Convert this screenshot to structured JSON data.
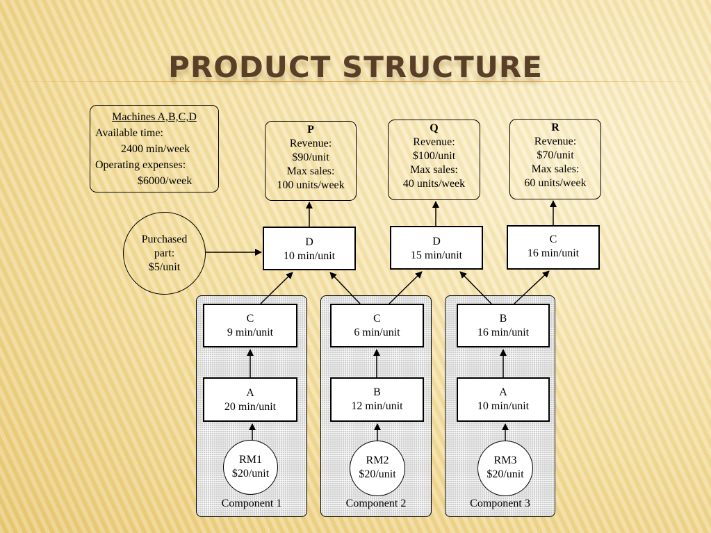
{
  "title": "PRODUCT STRUCTURE",
  "machines": {
    "heading": "Machines A,B,C,D",
    "l1": "Available time:",
    "l2": "2400 min/week",
    "l3": "Operating expenses:",
    "l4": "$6000/week"
  },
  "products": [
    {
      "name": "P",
      "revenue_label": "Revenue:",
      "revenue": "$90/unit",
      "max_label": "Max sales:",
      "max": "100 units/week"
    },
    {
      "name": "Q",
      "revenue_label": "Revenue:",
      "revenue": "$100/unit",
      "max_label": "Max sales:",
      "max": "40 units/week"
    },
    {
      "name": "R",
      "revenue_label": "Revenue:",
      "revenue": "$70/unit",
      "max_label": "Max sales:",
      "max": "60 units/week"
    }
  ],
  "purchased": {
    "l1": "Purchased",
    "l2": "part:",
    "l3": "$5/unit"
  },
  "assembly": [
    {
      "machine": "D",
      "time": "10 min/unit"
    },
    {
      "machine": "D",
      "time": "15 min/unit"
    },
    {
      "machine": "C",
      "time": "16 min/unit"
    }
  ],
  "components": [
    {
      "label": "Component 1",
      "upper": {
        "machine": "C",
        "time": "9 min/unit"
      },
      "lower": {
        "machine": "A",
        "time": "20 min/unit"
      },
      "rm": {
        "name": "RM1",
        "cost": "$20/unit"
      }
    },
    {
      "label": "Component 2",
      "upper": {
        "machine": "C",
        "time": "6 min/unit"
      },
      "lower": {
        "machine": "B",
        "time": "12 min/unit"
      },
      "rm": {
        "name": "RM2",
        "cost": "$20/unit"
      }
    },
    {
      "label": "Component 3",
      "upper": {
        "machine": "B",
        "time": "16 min/unit"
      },
      "lower": {
        "machine": "A",
        "time": "10 min/unit"
      },
      "rm": {
        "name": "RM3",
        "cost": "$20/unit"
      }
    }
  ]
}
